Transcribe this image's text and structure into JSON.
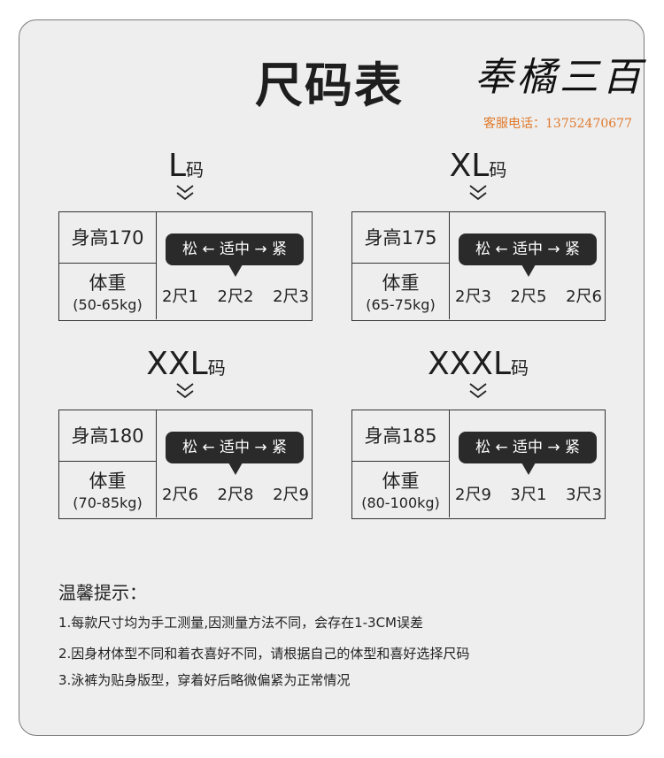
{
  "header": {
    "title": "尺码表",
    "brand": "奉橘三百",
    "contact": "客服电话：13752470677"
  },
  "bubble_text": "松 ← 适中 → 紧",
  "sizes": [
    {
      "name": "L",
      "suffix": "码",
      "height": "身高170",
      "weight_label": "体重",
      "weight_range": "(50-65kg)",
      "values": [
        "2尺1",
        "2尺2",
        "2尺3"
      ]
    },
    {
      "name": "XL",
      "suffix": "码",
      "height": "身高175",
      "weight_label": "体重",
      "weight_range": "(65-75kg)",
      "values": [
        "2尺3",
        "2尺5",
        "2尺6"
      ]
    },
    {
      "name": "XXL",
      "suffix": "码",
      "height": "身高180",
      "weight_label": "体重",
      "weight_range": "(70-85kg)",
      "values": [
        "2尺6",
        "2尺8",
        "2尺9"
      ]
    },
    {
      "name": "XXXL",
      "suffix": "码",
      "height": "身高185",
      "weight_label": "体重",
      "weight_range": "(80-100kg)",
      "values": [
        "2尺9",
        "3尺1",
        "3尺3"
      ]
    }
  ],
  "tips": {
    "title": "温馨提示：",
    "items": [
      "1.每款尺寸均为手工测量,因测量方法不同，会存在1-3CM误差",
      "2.因身材体型不同和着衣喜好不同，请根据自己的体型和喜好选择尺码",
      "3.泳裤为贴身版型，穿着好后略微偏紧为正常情况"
    ]
  },
  "colors": {
    "card_bg": "#eeeeee",
    "bubble_bg": "#2a2a2a",
    "contact": "#e07a2c"
  },
  "icons": {
    "chevron": "double-chevron-down-icon"
  }
}
